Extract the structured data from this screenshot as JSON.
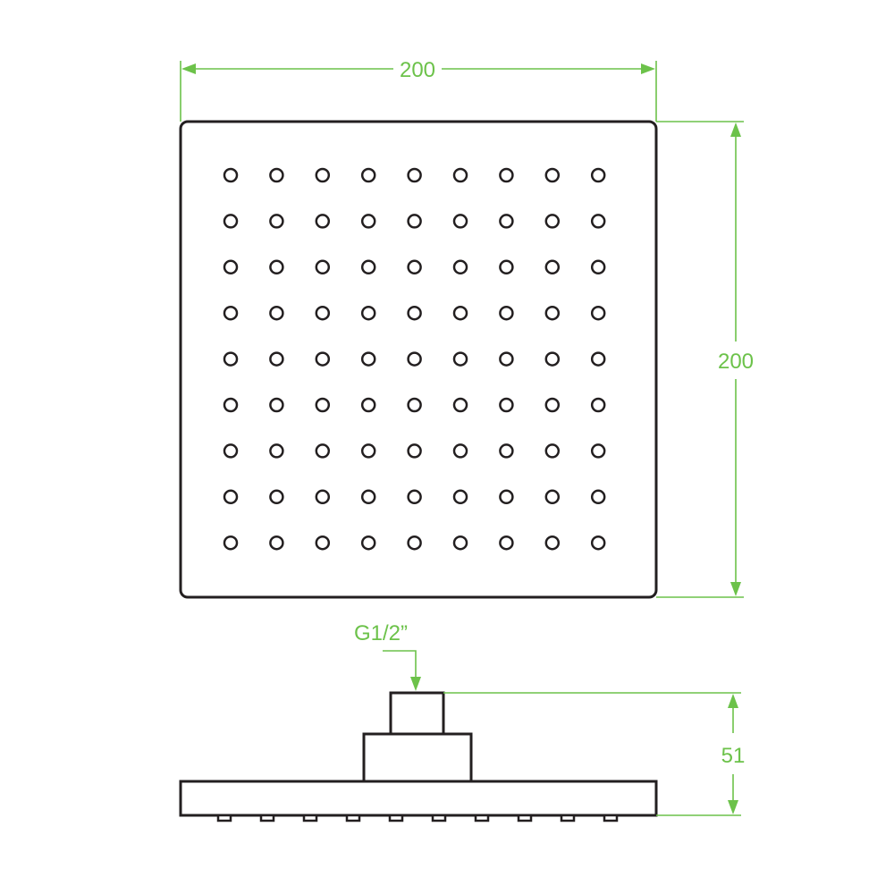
{
  "dimensions": {
    "width_label": "200",
    "height_label": "200",
    "connection_label": "G1/2”",
    "depth_label": "51"
  },
  "shower_head": {
    "rows": 9,
    "columns": 9
  },
  "side_view": {
    "nozzle_count": 10
  },
  "colors": {
    "dimension": "#6cc24a",
    "outline": "#231f20",
    "background": "#ffffff"
  }
}
